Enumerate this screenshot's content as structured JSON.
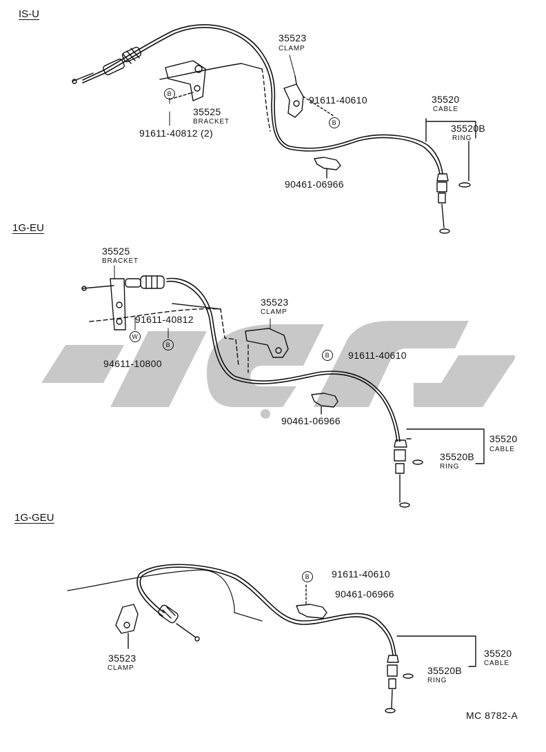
{
  "sections": [
    {
      "name": "IS-U",
      "labels": [
        {
          "part": "35523",
          "name": "CLAMP"
        },
        {
          "part": "91611-40610"
        },
        {
          "part": "35525",
          "name": "BRACKET"
        },
        {
          "part": "91611-40812 (2)"
        },
        {
          "part": "35520",
          "name": "CABLE"
        },
        {
          "part": "35520B",
          "name": "RING"
        },
        {
          "part": "90461-06966"
        }
      ]
    },
    {
      "name": "1G-EU",
      "labels": [
        {
          "part": "35525",
          "name": "BRACKET"
        },
        {
          "part": "91611-40812"
        },
        {
          "part": "94611-10800"
        },
        {
          "part": "35523",
          "name": "CLAMP"
        },
        {
          "part": "91611-40610"
        },
        {
          "part": "90461-06966"
        },
        {
          "part": "35520",
          "name": "CABLE"
        },
        {
          "part": "35520B",
          "name": "RING"
        }
      ]
    },
    {
      "name": "1G-GEU",
      "labels": [
        {
          "part": "91611-40610"
        },
        {
          "part": "90461-06966"
        },
        {
          "part": "35523",
          "name": "CLAMP"
        },
        {
          "part": "35520",
          "name": "CABLE"
        },
        {
          "part": "35520B",
          "name": "RING"
        }
      ]
    }
  ],
  "symbols": {
    "b": "B",
    "w": "W"
  },
  "diagram_code": "MC 8782-A"
}
